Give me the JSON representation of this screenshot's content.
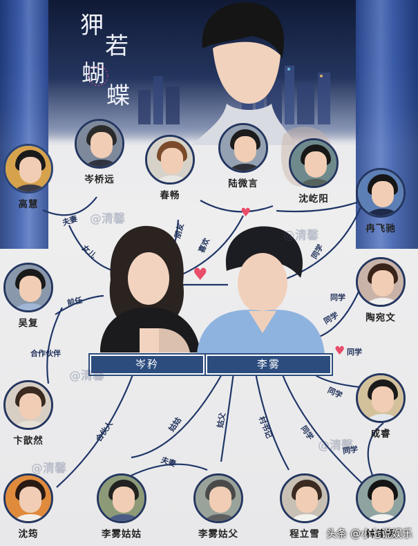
{
  "title_art": {
    "chars": [
      "狎",
      "若",
      "蝴",
      "蝶"
    ]
  },
  "main": {
    "female": "岑矜",
    "male": "李雾"
  },
  "characters": {
    "gaohui": "高慧",
    "cenqiaoyuan": "岑桥远",
    "chunchang": "春畅",
    "luweiyan": "陆微言",
    "shenyiyang": "沈屹阳",
    "ranfeichi": "冉飞驰",
    "wufu": "吴复",
    "taowanwen": "陶宛文",
    "bianxinran": "卞歆然",
    "chengrui": "成睿",
    "shenjun": "沈筠",
    "guma": "李雾姑姑",
    "gufu": "李雾姑父",
    "chenglixue": "程立雪",
    "linjiaming": "林佳明"
  },
  "relations": {
    "fuqi_parents": "夫妻",
    "nver": "女儿",
    "pengyou": "朋友",
    "xihuan": "喜欢",
    "tongxue1": "同学",
    "tongxue2": "同学",
    "tongxue3": "同学",
    "tongxue4": "同学",
    "tongxue5": "同学",
    "tongxue6": "同学",
    "qianren": "前任",
    "hezuohuoban": "合作伙伴",
    "hehuoren": "合伙人",
    "gugu": "姑姑",
    "fuqi_aunt": "夫妻",
    "gufu_rel": "姑父",
    "cunshuji": "村书记"
  },
  "watermark": "@清馨",
  "footer": "头条 @小七说娱乐",
  "colors": {
    "line": "#1f3566",
    "box": "#2c4c7e",
    "heart": "#e84d6a"
  }
}
